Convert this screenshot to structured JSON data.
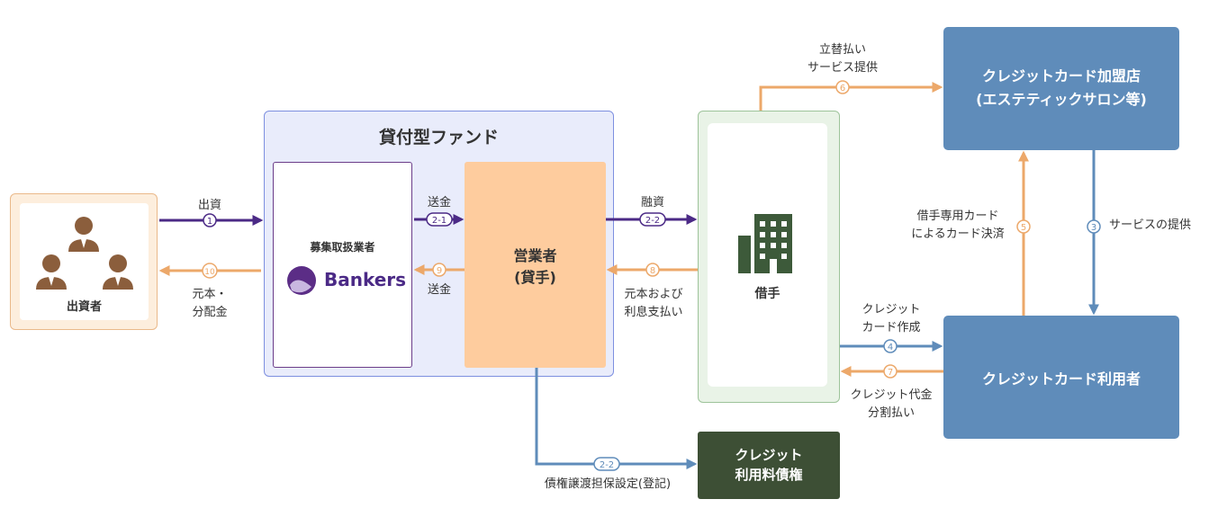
{
  "title": "貸付型ファンド",
  "nodes": {
    "investor": "出資者",
    "broker": "募集取扱業者",
    "brand": "Bankers",
    "operator_line1": "営業者",
    "operator_line2": "(貸手)",
    "borrower": "借手",
    "merchant_line1": "クレジットカード加盟店",
    "merchant_line2": "(エステティックサロン等)",
    "card_user": "クレジットカード利用者",
    "claim_line1": "クレジット",
    "claim_line2": "利用料債権"
  },
  "flows": {
    "f1": {
      "step": "1",
      "label": "出資"
    },
    "f21": {
      "step": "2-1",
      "label": "送金"
    },
    "f22": {
      "step": "2-2",
      "label": "融資"
    },
    "f22b": {
      "step": "2-2",
      "label": "債権譲渡担保設定(登記)"
    },
    "f3": {
      "step": "3",
      "label": "サービスの提供"
    },
    "f4": {
      "step": "4",
      "label_line1": "クレジット",
      "label_line2": "カード作成"
    },
    "f5": {
      "step": "5",
      "label_line1": "借手専用カード",
      "label_line2": "によるカード決済"
    },
    "f6": {
      "step": "6",
      "label_line1": "立替払い",
      "label_line2": "サービス提供"
    },
    "f7": {
      "step": "7",
      "label_line1": "クレジット代金",
      "label_line2": "分割払い"
    },
    "f8": {
      "step": "8",
      "label_line1": "元本および",
      "label_line2": "利息支払い"
    },
    "f9": {
      "step": "9",
      "label": "送金"
    },
    "f10": {
      "step": "10",
      "label_line1": "元本・",
      "label_line2": "分配金"
    }
  },
  "colors": {
    "purple": "#4b2a86",
    "orange": "#eca86a",
    "blue": "#5f8cba",
    "dark_green": "#3d4f35"
  }
}
